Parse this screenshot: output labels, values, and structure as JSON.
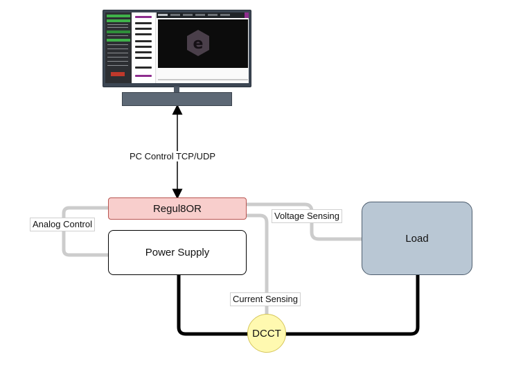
{
  "nodes": {
    "regulator": "Regul8OR",
    "power_supply": "Power Supply",
    "load": "Load",
    "dcct": "DCCT"
  },
  "edges": {
    "pc_control": "PC Control TCP/UDP",
    "analog_control": "Analog Control",
    "voltage_sensing": "Voltage Sensing",
    "current_sensing": "Current Sensing"
  },
  "colors": {
    "regulator_fill": "#f8cecc",
    "regulator_border": "#b85450",
    "load_fill": "#b9c7d4",
    "load_border": "#4d5d6e",
    "dcct_fill": "#fff9b0",
    "dcct_border": "#d6c65a",
    "signal_wire": "#cccccc",
    "power_wire": "#000000"
  },
  "icons": {
    "monitor": "monitor-icon",
    "app_logo": "hexagon-e-logo-icon"
  }
}
